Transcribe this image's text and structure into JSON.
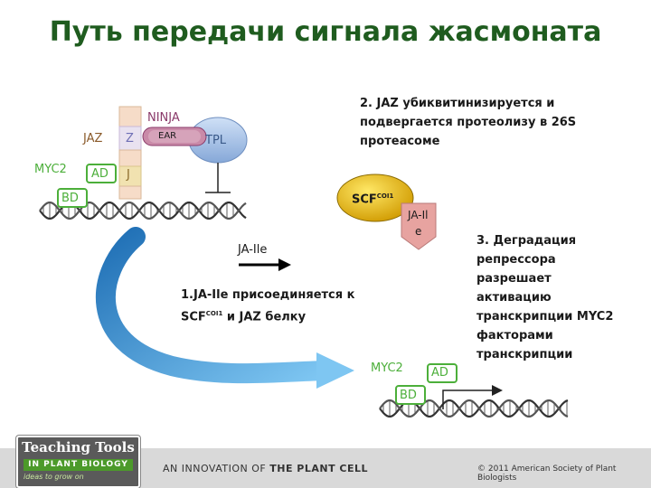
{
  "title": "Путь передачи сигнала жасмоната",
  "labels": {
    "ninja": "NINJA",
    "jaz": "JAZ",
    "z": "Z",
    "ear": "EAR",
    "tpl": "TPL",
    "myc2_top": "MYC2",
    "ad_top": "AD",
    "j": "J",
    "bd_top": "BD",
    "scf": "SCF",
    "scf_sup": "COI1",
    "ja_ile_a": "JA-Il",
    "ja_ile_b": "e",
    "ja_ile_arrow": "JA-Ile",
    "myc2_bottom": "MYC2",
    "ad_bottom": "AD",
    "bd_bottom": "BD"
  },
  "steps": {
    "step1_line1": "1.JA-Ile  присоединяется к",
    "step1_scf": "SCF",
    "step1_sup": "COI1",
    "step1_rest": " и JAZ белку",
    "step2_line1": "2. JAZ убиквитинизируется и",
    "step2_line2": "подвергается протеолизу в  26S",
    "step2_line3": "протеасоме",
    "step3_line1": "3. Деградация",
    "step3_line2": "репрессора",
    "step3_line3": "разрешает",
    "step3_line4": "активацию",
    "step3_line5": "транскрипции MYC2",
    "step3_line6": "факторами",
    "step3_line7": "транскрипции"
  },
  "footer": {
    "logo_main": "Teaching Tools",
    "logo_sub": "IN PLANT BIOLOGY",
    "logo_tag": "ideas to grow on",
    "innovation_prefix": "AN INNOVATION OF ",
    "innovation_name": "THE PLANT CELL",
    "copyright": "© 2011 American Society of Plant Biologists"
  },
  "colors": {
    "title": "#1f5c1f",
    "green_label": "#4caf3a",
    "jaz_text": "#8a5a2a",
    "ninja_text": "#8a3a6a",
    "tpl_fill": "#a9c4e8",
    "ear_fill": "#c98aa8",
    "scf_fill": "#e0b000",
    "jaile_fill": "#e7a3a0",
    "arrow_blue": "#2a8fd6",
    "dna_dark": "#3a3a3a"
  }
}
